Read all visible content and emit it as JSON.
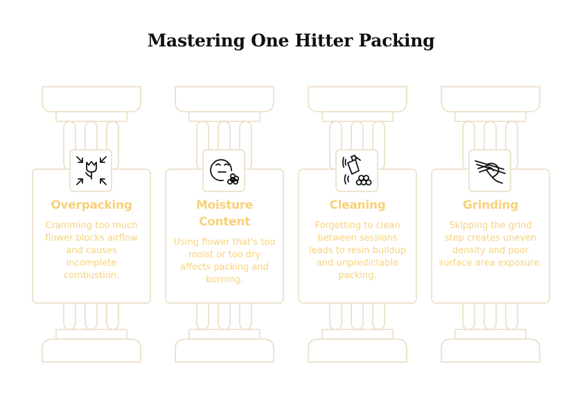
{
  "title": "Mastering One Hitter Packing",
  "colors": {
    "pillar_stroke": "#e8dcc1",
    "text_accent": "#f7d27b",
    "icon_stroke": "#111111"
  },
  "cards": [
    {
      "title": "Overpacking",
      "description": "Cramming too much flower blocks airflow and causes incomplete combustion.",
      "icon": "compress-flower-icon"
    },
    {
      "title": "Moisture Content",
      "description": "Using flower that's too moist or too dry affects packing and burning.",
      "icon": "moisture-face-flower-icon"
    },
    {
      "title": "Cleaning",
      "description": "Forgetting to clean between sessions leads to resin buildup and unpredictable packing.",
      "icon": "spray-bottle-icon"
    },
    {
      "title": "Grinding",
      "description": "Skipping the grind step creates uneven density and poor surface area exposure.",
      "icon": "grinding-hand-icon"
    }
  ]
}
